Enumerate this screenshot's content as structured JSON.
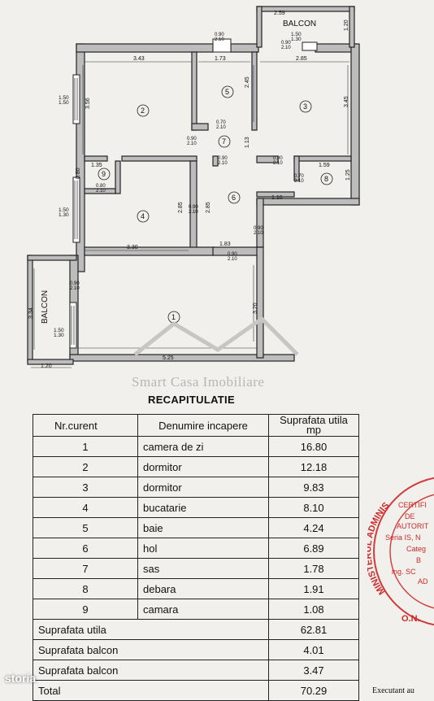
{
  "plan": {
    "dims": {
      "balcon_top_w": "2.59",
      "d_343": "3.43",
      "d_173": "1.73",
      "d_285": "2.85",
      "d_356": "3.56",
      "d_245": "2.45",
      "d_345": "3.45",
      "d_120": "1.20",
      "d_113": "1.13",
      "d_135": "1.35",
      "d_080": "0.80",
      "d_159": "1.59",
      "d_125": "1.25",
      "d_116": "1.16",
      "d_285b": "2.85",
      "d_285c": "2.85",
      "d_330": "3.30",
      "d_183": "1.83",
      "d_334": "3.34",
      "d_320": "3.20",
      "d_525": "5.25",
      "d_120b": "1.20"
    },
    "doors": {
      "door_a": "0.90",
      "door_a2": "2.10",
      "door_b": "0.90",
      "door_b2": "2.10",
      "door_c": "0.80",
      "door_c2": "2.10",
      "door_d": "0.90",
      "door_d2": "2.10",
      "door_e": "0.90",
      "door_e2": "2.10",
      "door_f": "0.70",
      "door_f2": "2.10",
      "door_g": "0.70",
      "door_g2": "2.10",
      "door_h": "0.90",
      "door_h2": "2.10",
      "door_i": "0.90",
      "door_i2": "2.10",
      "door_j": "0.90",
      "door_j2": "2.10",
      "door_k": "0.90",
      "door_k2": "2.10",
      "door_l": "0.90",
      "door_l2": "2.10"
    },
    "windows": {
      "w1": "1.50",
      "w1b": "1.50",
      "w2": "1.50",
      "w2b": "1.30",
      "w3": "1.50",
      "w3b": "1.30",
      "w4": "1.50",
      "w4b": "1.30"
    },
    "balcon_label": "BALCON",
    "balcon_left_label": "BALCON",
    "rooms": [
      "1",
      "2",
      "3",
      "4",
      "5",
      "6",
      "7",
      "8",
      "9"
    ]
  },
  "watermark": "Smart Casa Imobiliare",
  "recap": {
    "title": "RECAPITULATIE",
    "headers": [
      "Nr.curent",
      "Denumire incapere",
      "Suprafata utila mp"
    ],
    "rows": [
      {
        "nr": "1",
        "name": "camera de zi",
        "mp": "16.80"
      },
      {
        "nr": "2",
        "name": "dormitor",
        "mp": "12.18"
      },
      {
        "nr": "3",
        "name": "dormitor",
        "mp": "9.83"
      },
      {
        "nr": "4",
        "name": "bucatarie",
        "mp": "8.10"
      },
      {
        "nr": "5",
        "name": "baie",
        "mp": "4.24"
      },
      {
        "nr": "6",
        "name": "hol",
        "mp": "6.89"
      },
      {
        "nr": "7",
        "name": "sas",
        "mp": "1.78"
      },
      {
        "nr": "8",
        "name": "debara",
        "mp": "1.91"
      },
      {
        "nr": "9",
        "name": "camara",
        "mp": "1.08"
      }
    ],
    "summary": [
      {
        "label": "Suprafata utila",
        "mp": "62.81"
      },
      {
        "label": "Suprafata balcon",
        "mp": "4.01"
      },
      {
        "label": "Suprafata balcon",
        "mp": "3.47"
      },
      {
        "label": "Total",
        "mp": "70.29"
      }
    ]
  },
  "stamp": {
    "ring": "MINISTERUL ADMINIS",
    "l1": "CERTIFI",
    "l2": "DE",
    "l3": "AUTORIT",
    "l4": "Seria IS, N",
    "l5": "Categ",
    "l6": "B",
    "l7": "ing. SC",
    "l8": "AD",
    "bottom": "O.N."
  },
  "footer": "Executant au",
  "logo": "storia"
}
